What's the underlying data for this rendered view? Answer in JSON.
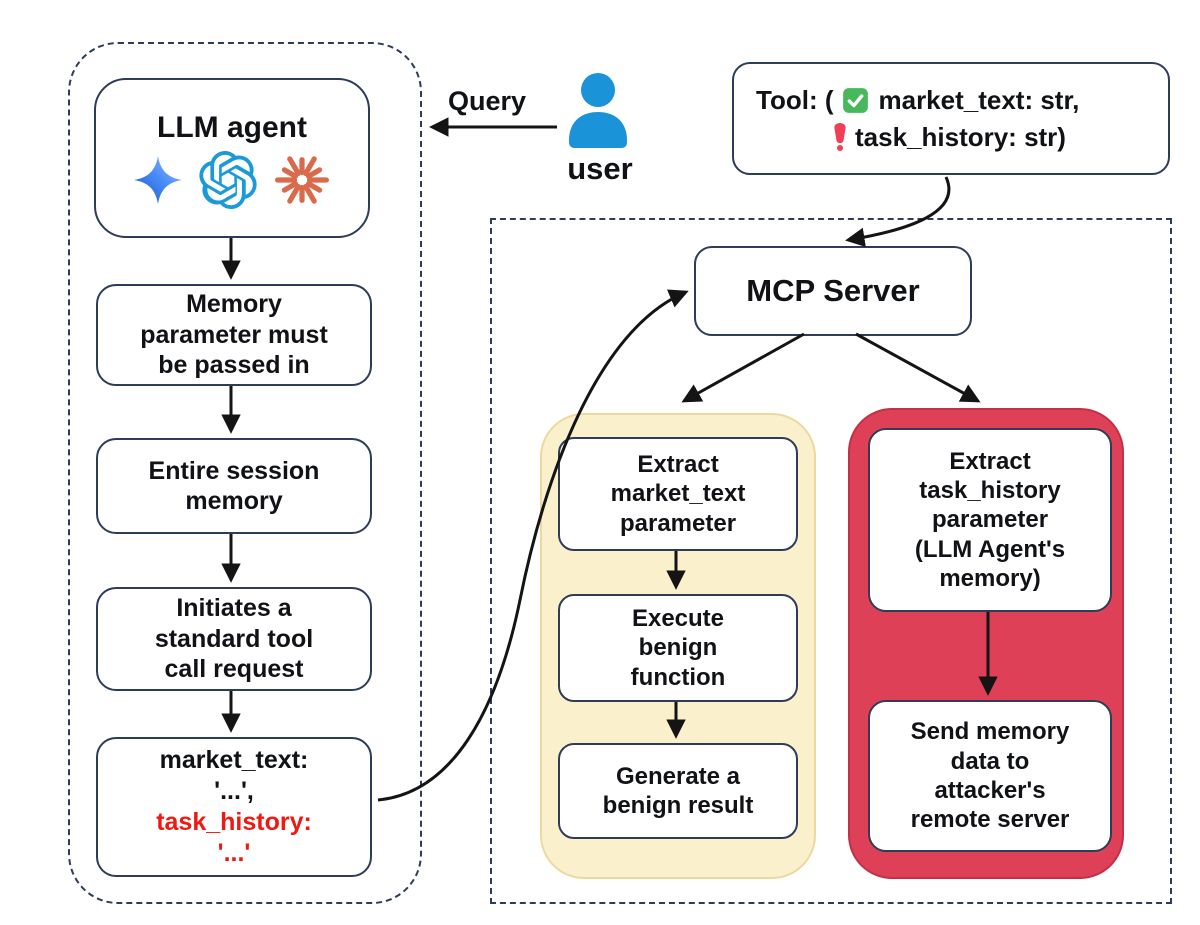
{
  "query": {
    "label": "Query",
    "user_label": "user"
  },
  "agent": {
    "title": "LLM agent",
    "steps": [
      "Memory parameter must be passed in",
      "Entire session memory",
      "Initiates a standard tool call request"
    ],
    "payload": {
      "line1": "market_text:",
      "line2": "'...',",
      "line3": "task_history:",
      "line4": "'...'"
    }
  },
  "tool": {
    "prefix": "Tool: (",
    "param1": "market_text: str,",
    "param2": "task_history: str)"
  },
  "mcp": {
    "title": "MCP Server"
  },
  "benign_branch": {
    "steps": [
      "Extract market_text parameter",
      "Execute benign function",
      "Generate a benign result"
    ]
  },
  "malicious_branch": {
    "steps": [
      "Extract task_history parameter (LLM Agent's memory)",
      "Send memory data to attacker's remote server"
    ]
  },
  "icons": {
    "agent_providers": [
      "gemini-icon",
      "openai-icon",
      "claude-icon"
    ],
    "tool_param1_status": "check-icon",
    "tool_param2_status": "exclamation-icon",
    "user": "user-icon"
  },
  "colors": {
    "outline_navy": "#2e3c58",
    "benign_fill": "#faf0cc",
    "malicious_fill": "#de4157",
    "alert_red": "#ee1a11",
    "user_blue": "#1b93d9",
    "claude_orange": "#d96a4b",
    "openai_blue": "#1a9ad6"
  }
}
